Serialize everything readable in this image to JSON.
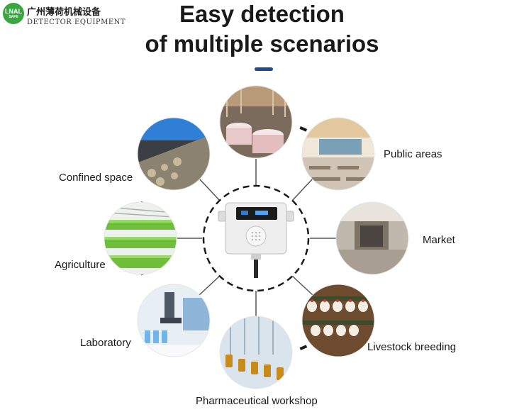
{
  "brand": {
    "logo_text": "LNAL",
    "logo_sub": "SAFE",
    "name_cn": "广州薄荷机械设备",
    "name_en": "DETECTOR EQUIPMENT"
  },
  "heading": {
    "line1": "Easy detection",
    "line2": "of multiple scenarios"
  },
  "colors": {
    "accent": "#1e4d8c",
    "logo": "#3aa63f",
    "ring": "#1a1a1a"
  },
  "device": {
    "icon": "sensor-device-icon"
  },
  "scenarios": [
    {
      "id": "industrial",
      "label": "",
      "icon": "industrial-plant-icon"
    },
    {
      "id": "public-areas",
      "label": "Public areas",
      "icon": "public-areas-icon"
    },
    {
      "id": "market",
      "label": "Market",
      "icon": "market-icon"
    },
    {
      "id": "livestock",
      "label": "Livestock breeding",
      "icon": "livestock-icon"
    },
    {
      "id": "pharma",
      "label": "Pharmaceutical workshop",
      "icon": "pharma-icon"
    },
    {
      "id": "laboratory",
      "label": "Laboratory",
      "icon": "laboratory-icon"
    },
    {
      "id": "agriculture",
      "label": "Agriculture",
      "icon": "agriculture-icon"
    },
    {
      "id": "confined",
      "label": "Confined space",
      "icon": "confined-space-icon"
    }
  ]
}
